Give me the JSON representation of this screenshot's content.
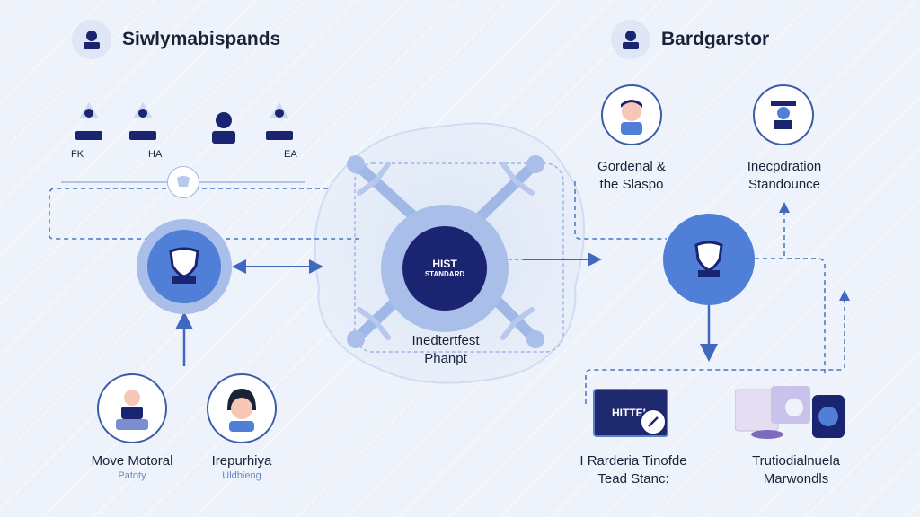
{
  "left_header": {
    "title": "Siwlymabispands",
    "icon": "person-icon"
  },
  "right_header": {
    "title": "Bardgarstor",
    "icon": "person-icon"
  },
  "small_labels": [
    "FK",
    "HA",
    "EA"
  ],
  "center": {
    "hub_lines": [
      "HIST",
      "STANDARD"
    ],
    "label_line1": "Inedtertfest",
    "label_line2": "Phanpt"
  },
  "left_bottom": [
    {
      "title": "Move Motoral",
      "sub": "Patoty"
    },
    {
      "title": "Irepurhiya",
      "sub": "Uldbieng"
    }
  ],
  "right_top": [
    {
      "line1": "Gordenal &",
      "line2": "the Slaspo"
    },
    {
      "line1": "Inecpdration",
      "line2": "Standounce"
    }
  ],
  "right_bottom": [
    {
      "line1": "I Rarderia Tinofde",
      "line2": "Tead Stanc:",
      "card": "HITTEL"
    },
    {
      "line1": "Trutiodialnuela",
      "line2": "Marwondls"
    }
  ],
  "colors": {
    "accent": "#3b5bab",
    "dark": "#1a2470",
    "bright": "#4f7fd6",
    "connector": "#4a72c4"
  }
}
